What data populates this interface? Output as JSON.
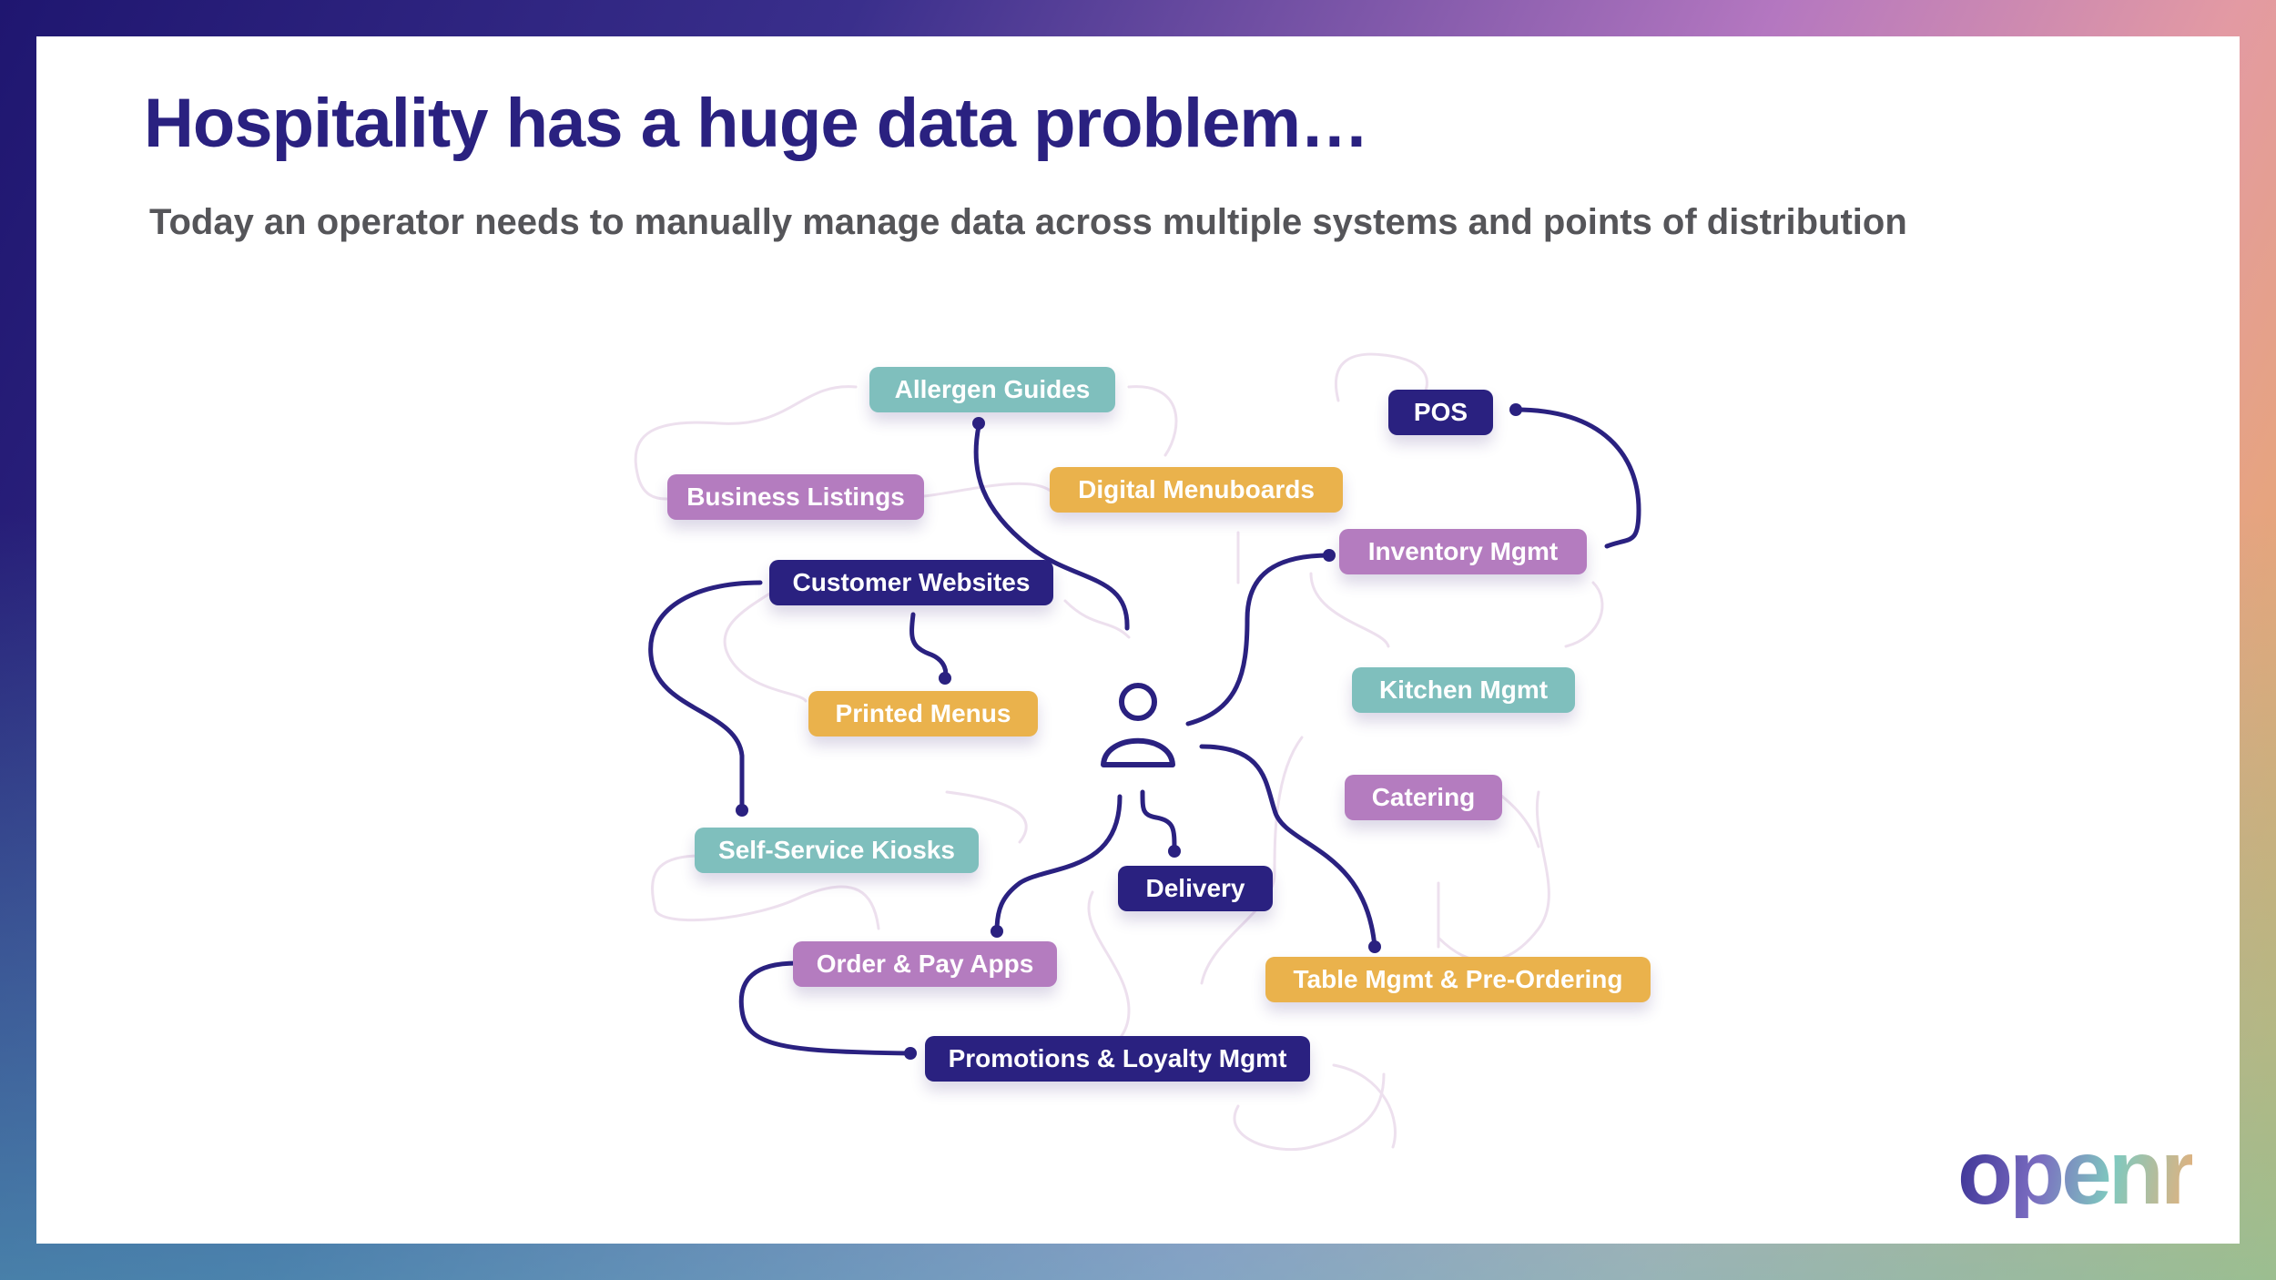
{
  "slide": {
    "title": "Hospitality has a huge data problem…",
    "subtitle": "Today an operator needs to manually manage data across multiple systems and points of distribution"
  },
  "systems": {
    "allergen_guides": "Allergen Guides",
    "pos": "POS",
    "business_listings": "Business Listings",
    "digital_menuboards": "Digital Menuboards",
    "inventory_mgmt": "Inventory Mgmt",
    "customer_websites": "Customer Websites",
    "kitchen_mgmt": "Kitchen Mgmt",
    "printed_menus": "Printed Menus",
    "catering": "Catering",
    "self_service_kiosks": "Self-Service Kiosks",
    "delivery": "Delivery",
    "order_pay_apps": "Order & Pay Apps",
    "table_mgmt": "Table Mgmt & Pre-Ordering",
    "promotions_loyalty": "Promotions & Loyalty Mgmt"
  },
  "colors": {
    "navy": "#2a2180",
    "teal": "#7fbfbd",
    "purple": "#b47cbf",
    "orange": "#eab24c",
    "connector_faint": "#ede0ee"
  },
  "icons": {
    "center": "operator-person-icon"
  },
  "logo": {
    "text": "openr"
  }
}
